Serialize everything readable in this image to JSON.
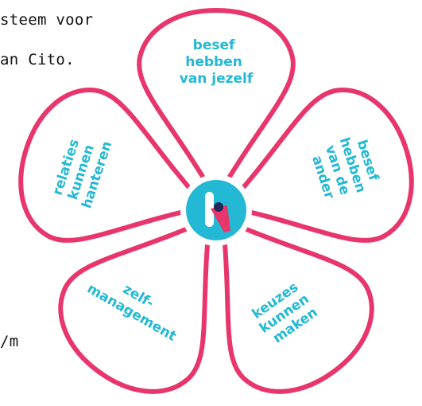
{
  "text_fragments": {
    "line1": "steem voor",
    "line2": "an Cito.",
    "line3": "/m"
  },
  "diagram": {
    "petals": [
      {
        "id": "top",
        "lines": [
          "besef",
          "hebben",
          "van jezelf"
        ]
      },
      {
        "id": "right",
        "lines": [
          "besef",
          "hebben",
          "van de",
          "ander"
        ]
      },
      {
        "id": "bottom-right",
        "lines": [
          "keuzes",
          "kunnen",
          "maken"
        ]
      },
      {
        "id": "bottom-left",
        "lines": [
          "zelf-",
          "management"
        ]
      },
      {
        "id": "left",
        "lines": [
          "relaties",
          "kunnen",
          "hanteren"
        ]
      }
    ],
    "center_logo": "K"
  },
  "colors": {
    "petal_stroke": "#e8356b",
    "label_text": "#23b8d3",
    "logo_bg": "#23b8d3",
    "logo_stem": "#1f2a5a",
    "logo_arm": "#e8356b"
  }
}
